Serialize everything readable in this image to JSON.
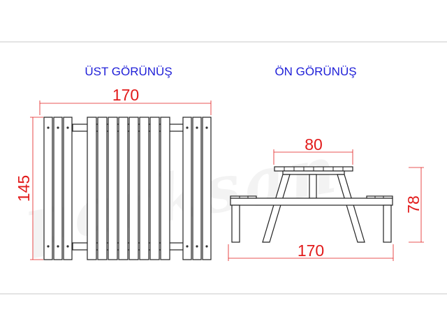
{
  "views": {
    "top_label": "ÜST GÖRÜNÜŞ",
    "front_label": "ÖN GÖRÜNÜŞ"
  },
  "dimensions": {
    "top_width": "170",
    "top_depth": "145",
    "front_table_width": "80",
    "front_overall_width": "170",
    "front_height": "78"
  },
  "watermark": "parksan",
  "colors": {
    "label": "#1f1fd8",
    "dimension": "#e21b1b",
    "outline": "#222222",
    "frame": "#c9c9c9"
  }
}
